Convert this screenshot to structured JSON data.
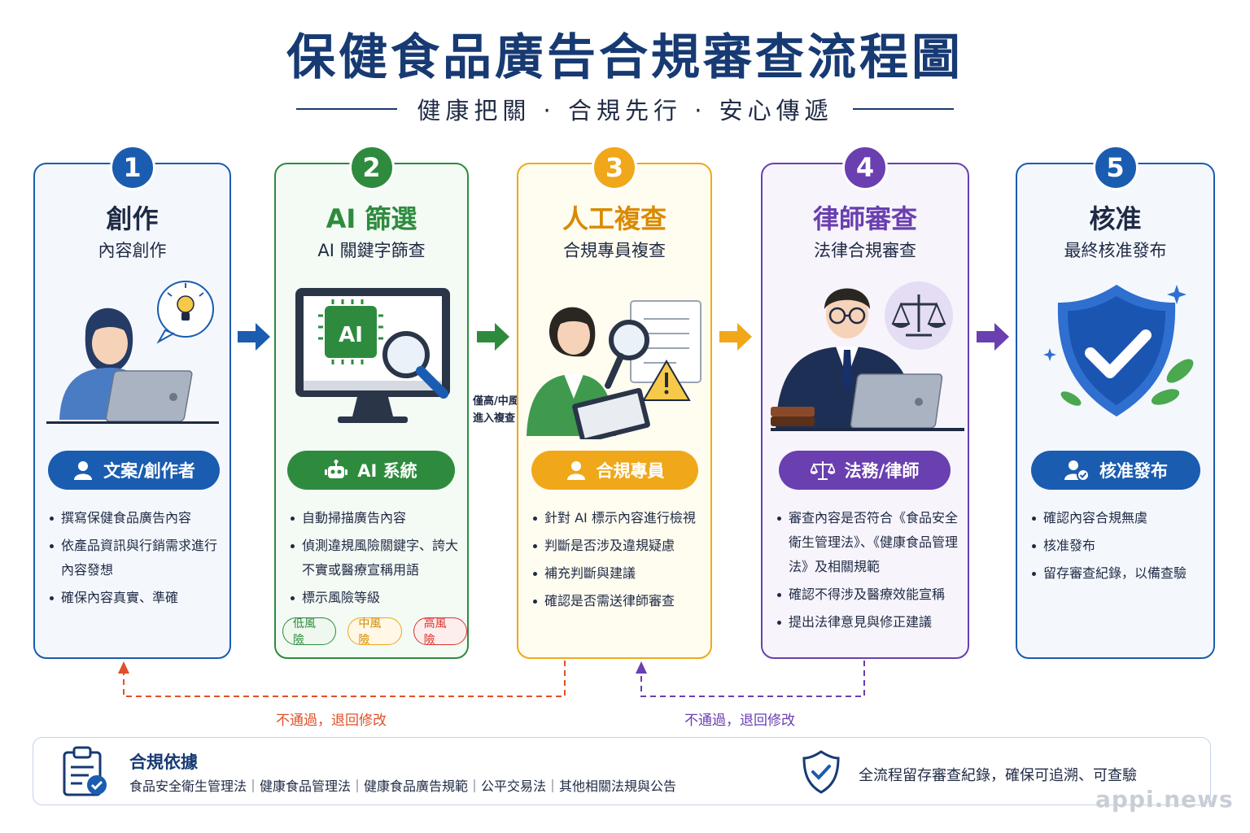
{
  "header": {
    "title": "保健食品廣告合規審查流程圖",
    "subtitle": "健康把關 · 合規先行 · 安心傳遞"
  },
  "colors": {
    "step1": "#1a5cb0",
    "step2": "#2e8b3e",
    "step3": "#f0a81a",
    "step4": "#6a3fb0",
    "step5": "#1a5cb0",
    "reject_red": "#e0502a",
    "reject_purple": "#6a3fb0",
    "navy": "#173a73"
  },
  "steps": [
    {
      "number": "1",
      "title": "創作",
      "subtitle": "內容創作",
      "illustration": "woman-laptop-lightbulb-icon",
      "role": "文案/創作者",
      "role_icon": "user-icon",
      "bullets": [
        "撰寫保健食品廣告內容",
        "依產品資訊與行銷需求進行內容發想",
        "確保內容真實、準確"
      ]
    },
    {
      "number": "2",
      "title": "AI 篩選",
      "subtitle": "AI 關鍵字篩查",
      "illustration": "monitor-ai-chip-magnifier-icon",
      "role": "AI 系統",
      "role_icon": "robot-icon",
      "bullets": [
        "自動掃描廣告內容",
        "偵測違規風險關鍵字、誇大不實或醫療宣稱用語",
        "標示風險等級"
      ],
      "risk_levels": [
        "低風險",
        "中風險",
        "高風險"
      ]
    },
    {
      "number": "3",
      "title": "人工複查",
      "subtitle": "合規專員複查",
      "illustration": "woman-magnifier-checklist-warning-icon",
      "role": "合規專員",
      "role_icon": "user-icon",
      "bullets": [
        "針對 AI 標示內容進行檢視",
        "判斷是否涉及違規疑慮",
        "補充判斷與建議",
        "確認是否需送律師審查"
      ]
    },
    {
      "number": "4",
      "title": "律師審查",
      "subtitle": "法律合規審查",
      "illustration": "lawyer-laptop-scales-icon",
      "role": "法務/律師",
      "role_icon": "scales-icon",
      "bullets": [
        "審查內容是否符合《食品安全衛生管理法》、《健康食品管理法》及相關規範",
        "確認不得涉及醫療效能宣稱",
        "提出法律意見與修正建議"
      ]
    },
    {
      "number": "5",
      "title": "核准",
      "subtitle": "最終核准發布",
      "illustration": "shield-check-icon",
      "role": "核准發布",
      "role_icon": "user-check-icon",
      "bullets": [
        "確認內容合規無虞",
        "核准發布",
        "留存審查紀錄，以備查驗"
      ]
    }
  ],
  "side_note": "僅高/中風險進入複查",
  "loops": [
    {
      "label": "不通過，退回修改",
      "from_step": "3",
      "to_step": "1"
    },
    {
      "label": "不通過，退回修改",
      "from_step": "4",
      "to_step": "3"
    }
  ],
  "footer": {
    "basis_title": "合規依據",
    "basis_laws": "食品安全衛生管理法｜健康食品管理法｜健康食品廣告規範｜公平交易法｜其他相關法規與公告",
    "record_note": "全流程留存審查紀錄，確保可追溯、可查驗"
  },
  "watermark": "appi.news"
}
